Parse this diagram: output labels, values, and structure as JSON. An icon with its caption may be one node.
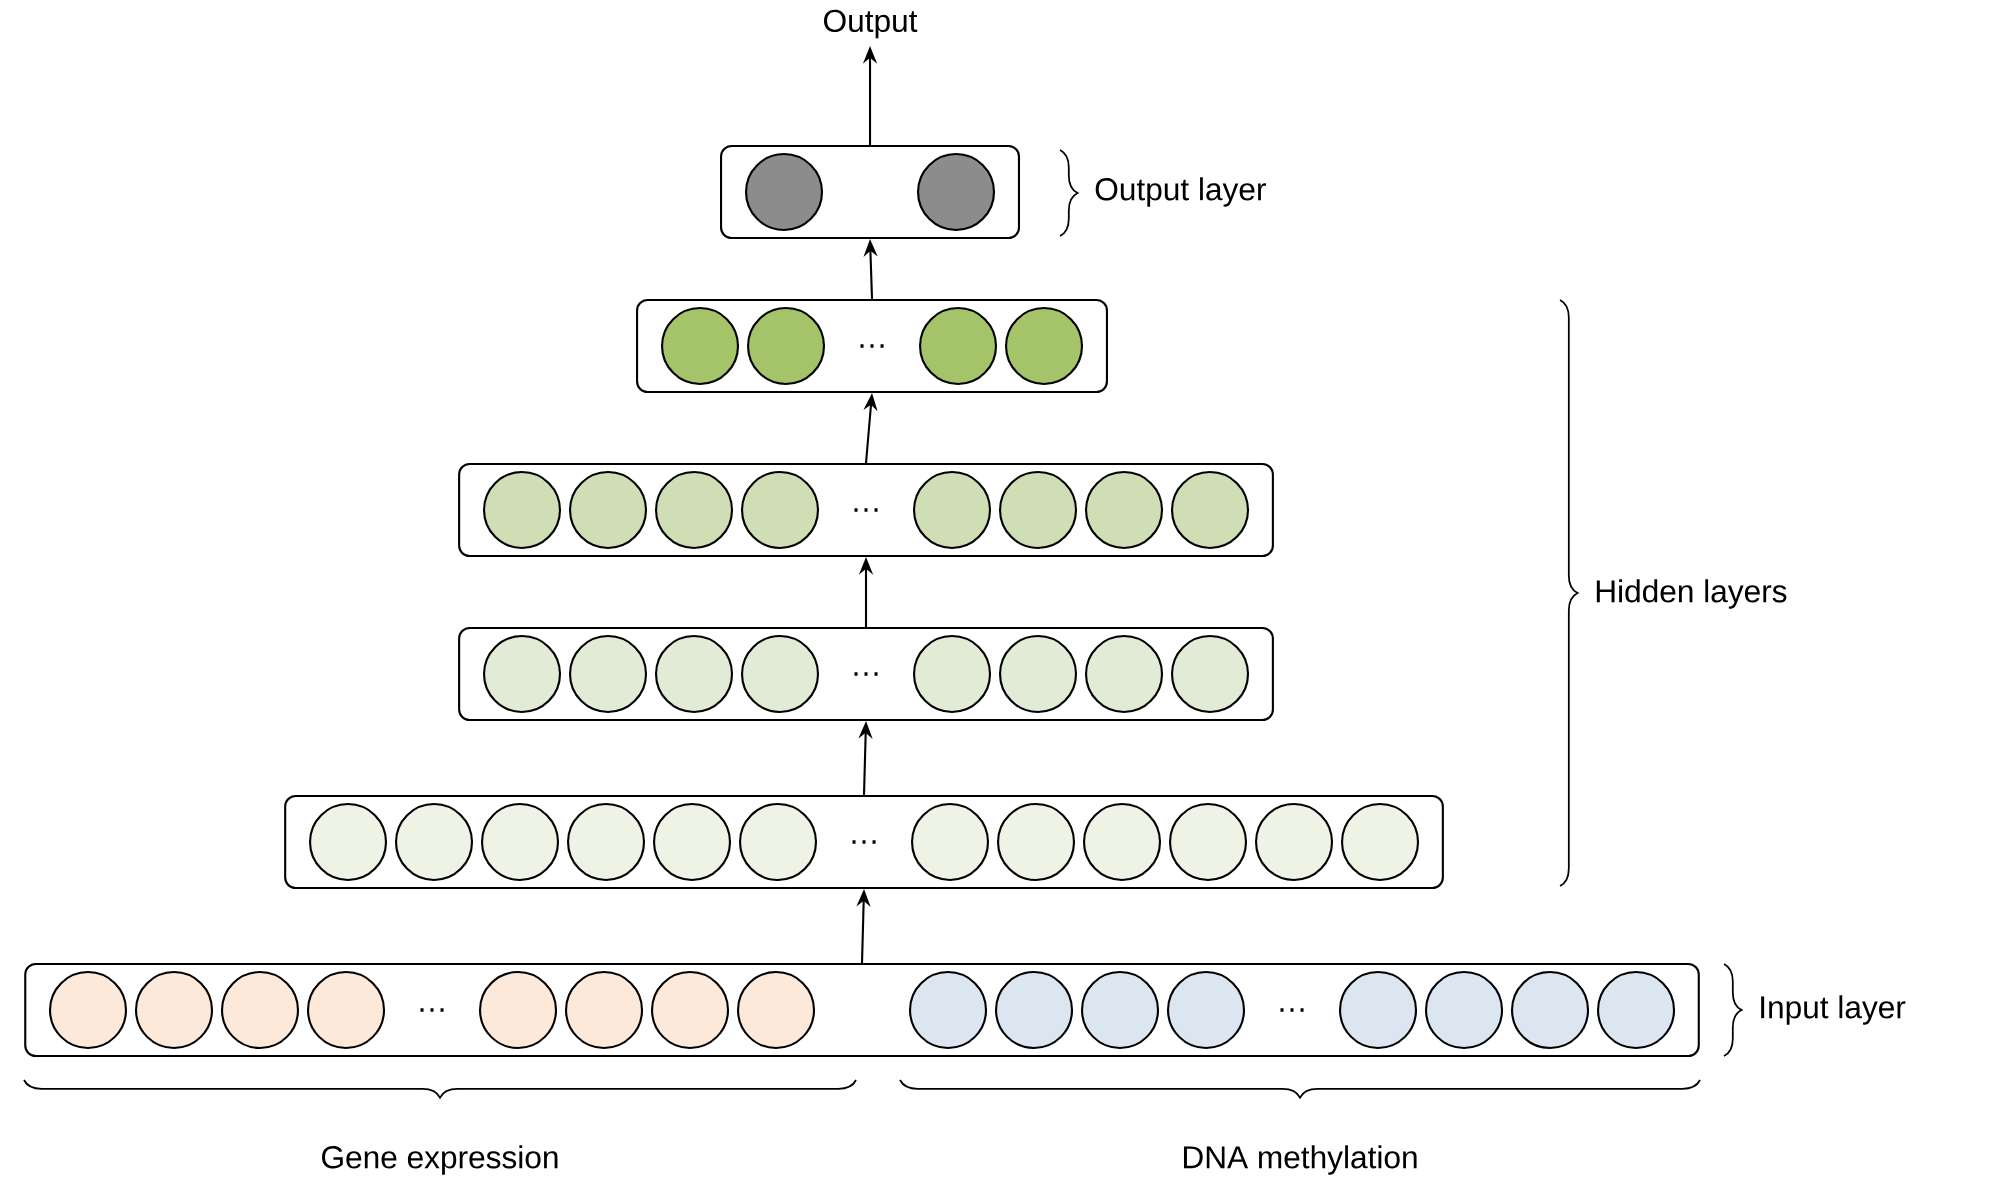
{
  "diagram": {
    "nodes": [
      {
        "text": [
          "Output"
        ]
      },
      {
        "text": [],
        "shape": "box"
      },
      {
        "text": [],
        "shape": "circle",
        "in": 1
      },
      {
        "text": [],
        "shape": "circle",
        "in": 1
      },
      {
        "text": [
          "…"
        ]
      },
      {
        "text": [],
        "shape": "circle",
        "in": 4
      },
      {
        "text": [],
        "shape": "circle",
        "in": 4
      },
      {
        "text": [],
        "shape": "circle",
        "in": 4
      },
      {
        "text": [],
        "shape": "circle",
        "in": 4
      },
      {
        "text": [
          "…"
        ]
      },
      {
        "text": [],
        "shape": "circle",
        "in": 9
      },
      {
        "text": [],
        "shape": "circle",
        "in": 9
      },
      {
        "text": [],
        "shape": "circle",
        "in": 9
      },
      {
        "text": [],
        "shape": "circle",
        "in": 9
      },
      {
        "text": [],
        "shape": "circle",
        "in": 9
      },
      {
        "text": [],
        "shape": "circle",
        "in": 9
      },
      {
        "text": [],
        "shape": "circle",
        "in": 9
      },
      {
        "text": [],
        "shape": "circle",
        "in": 9
      },
      {
        "text": [
          "…"
        ]
      },
      {
        "text": [],
        "shape": "circle",
        "in": 18
      },
      {
        "text": [],
        "shape": "circle",
        "in": 18
      },
      {
        "text": [],
        "shape": "circle",
        "in": 18
      },
      {
        "text": [],
        "shape": "circle",
        "in": 18
      },
      {
        "text": [],
        "shape": "circle",
        "in": 18
      },
      {
        "text": [],
        "shape": "circle",
        "in": 18
      },
      {
        "text": [],
        "shape": "circle",
        "in": 18
      },
      {
        "text": [],
        "shape": "circle",
        "in": 18
      },
      {
        "text": [
          "…"
        ]
      },
      {
        "text": [],
        "shape": "circle",
        "in": 27
      },
      {
        "text": [],
        "shape": "circle",
        "in": 27
      },
      {
        "text": [],
        "shape": "circle",
        "in": 27
      },
      {
        "text": [],
        "shape": "circle",
        "in": 27
      },
      {
        "text": [],
        "shape": "circle",
        "in": 27
      },
      {
        "text": [],
        "shape": "circle",
        "in": 27
      },
      {
        "text": [],
        "shape": "circle",
        "in": 27
      },
      {
        "text": [],
        "shape": "circle",
        "in": 27
      },
      {
        "text": [],
        "shape": "circle",
        "in": 27
      },
      {
        "text": [],
        "shape": "circle",
        "in": 27
      },
      {
        "text": [],
        "shape": "circle",
        "in": 27
      },
      {
        "text": [],
        "shape": "circle",
        "in": 27
      },
      {
        "text": [
          "…",
          "…"
        ]
      },
      {
        "text": [],
        "shape": "circle",
        "in": 40
      },
      {
        "text": [],
        "shape": "circle",
        "in": 40
      },
      {
        "text": [],
        "shape": "circle",
        "in": 40
      },
      {
        "text": [],
        "shape": "circle",
        "in": 40
      },
      {
        "text": [],
        "shape": "circle",
        "in": 40
      },
      {
        "text": [],
        "shape": "circle",
        "in": 40
      },
      {
        "text": [],
        "shape": "circle",
        "in": 40
      },
      {
        "text": [],
        "shape": "circle",
        "in": 40
      },
      {
        "text": [],
        "shape": "circle",
        "in": 40
      },
      {
        "text": [],
        "shape": "circle",
        "in": 40
      },
      {
        "text": [],
        "shape": "circle",
        "in": 40
      },
      {
        "text": [],
        "shape": "circle",
        "in": 40
      },
      {
        "text": [],
        "shape": "circle",
        "in": 40
      },
      {
        "text": [],
        "shape": "circle",
        "in": 40
      },
      {
        "text": [],
        "shape": "circle",
        "in": 40
      },
      {
        "text": [],
        "shape": "circle",
        "in": 40
      }
    ],
    "edges": [
      {
        "from": 40,
        "to": 27,
        "arrow": "to"
      },
      {
        "from": 27,
        "to": 18,
        "arrow": "to"
      },
      {
        "from": 18,
        "to": 9,
        "arrow": "to"
      },
      {
        "from": 9,
        "to": 4,
        "arrow": "to"
      },
      {
        "from": 4,
        "to": 1,
        "arrow": "to"
      },
      {
        "from": 1,
        "to": 0,
        "arrow": "to"
      }
    ],
    "labels": [
      "Output layer",
      "Hidden layers",
      "Input layer",
      "Gene expression",
      "DNA methylation"
    ]
  }
}
